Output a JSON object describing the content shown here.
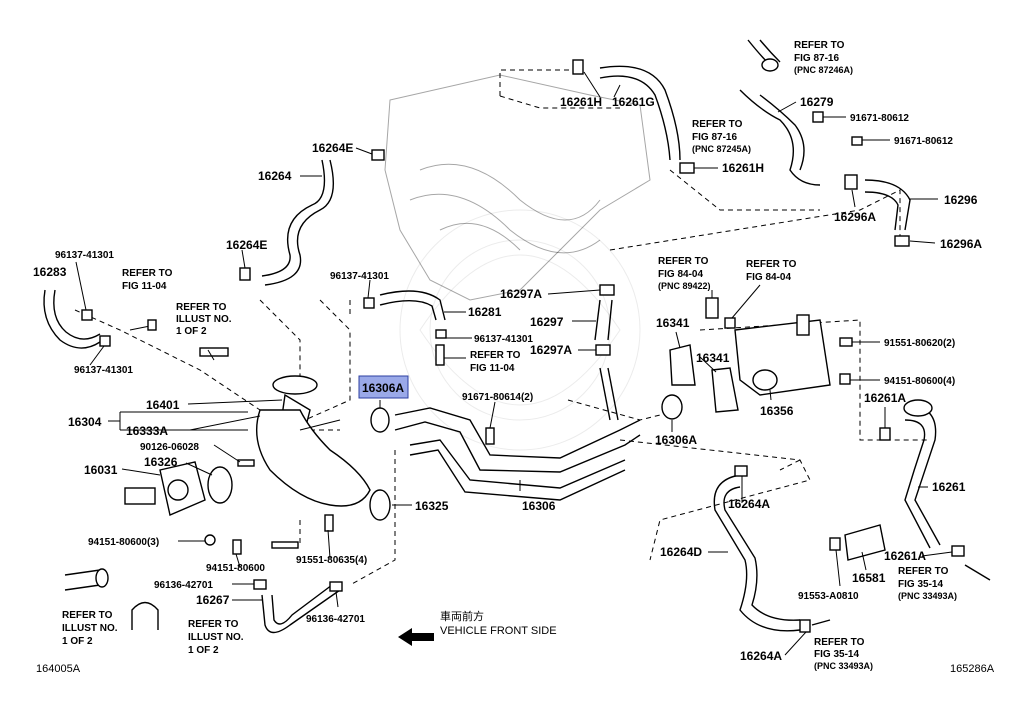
{
  "diagram": {
    "fig_left": "164005A",
    "fig_right": "165286A",
    "direction": {
      "jp": "車両前方",
      "en": "VEHICLE FRONT SIDE"
    },
    "highlight_color": "#9aa9e8",
    "parts": {
      "p16306A_hl": "16306A",
      "p16306A": "16306A",
      "p16401": "16401",
      "p16304": "16304",
      "p16333A": "16333A",
      "p90126": "90126-06028",
      "p16326": "16326",
      "p16031": "16031",
      "p94151_3": "94151-80600(3)",
      "p94151": "94151-80600",
      "p91551_4": "91551-80635(4)",
      "p96136a": "96136-42701",
      "p96136b": "96136-42701",
      "p16267": "16267",
      "p16325": "16325",
      "p16306": "16306",
      "p91671_2": "91671-80614(2)",
      "p16281": "16281",
      "p96137a": "96137-41301",
      "p96137b": "96137-41301",
      "p96137c": "96137-41301",
      "p96137d": "96137-41301",
      "p16283": "16283",
      "p16264E": "16264E",
      "p16264Eb": "16264E",
      "p16264": "16264",
      "p16261H": "16261H",
      "p16261Hb": "16261H",
      "p16261G": "16261G",
      "p16279": "16279",
      "p91671a": "91671-80612",
      "p91671b": "91671-80612",
      "p16296": "16296",
      "p16296A": "16296A",
      "p16296Ab": "16296A",
      "p16297A": "16297A",
      "p16297": "16297",
      "p16297Ab": "16297A",
      "p16341": "16341",
      "p16341b": "16341",
      "p16356": "16356",
      "p91551_2": "91551-80620(2)",
      "p94151_4": "94151-80600(4)",
      "p16261A": "16261A",
      "p16261Ab": "16261A",
      "p16261": "16261",
      "p16264A": "16264A",
      "p16264Ab": "16264A",
      "p16264D": "16264D",
      "p16581": "16581",
      "p91553": "91553-A0810"
    },
    "refs": {
      "r1": [
        "REFER TO",
        "FIG 11-04"
      ],
      "r2": [
        "REFER TO",
        "ILLUST NO.",
        "1 OF 2"
      ],
      "r3": [
        "REFER TO",
        "FIG 11-04"
      ],
      "r4": [
        "REFER TO",
        "FIG 87-16",
        "(PNC 87246A)"
      ],
      "r5": [
        "REFER TO",
        "FIG 87-16",
        "(PNC 87245A)"
      ],
      "r6": [
        "REFER TO",
        "FIG 84-04",
        "(PNC 89422)"
      ],
      "r7": [
        "REFER TO",
        "FIG 84-04"
      ],
      "r8": [
        "REFER TO",
        "ILLUST NO.",
        "1 OF 2"
      ],
      "r9": [
        "REFER TO",
        "ILLUST NO.",
        "1 OF 2"
      ],
      "r10": [
        "REFER TO",
        "FIG 35-14",
        "(PNC 33493A)"
      ],
      "r11": [
        "REFER TO",
        "FIG 35-14",
        "(PNC 33493A)"
      ]
    }
  }
}
